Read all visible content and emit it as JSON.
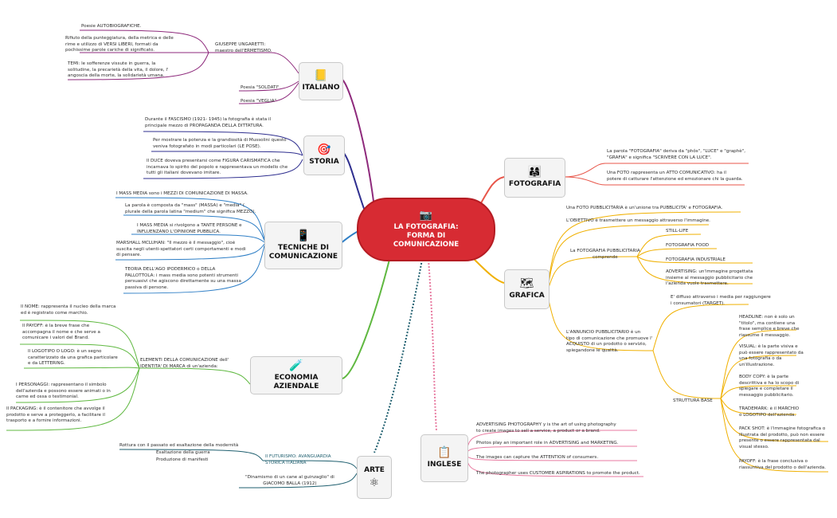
{
  "central": {
    "title": "LA FOTOGRAFIA:\nFORMA DI\nCOMUNICAZIONE",
    "icon": "camera-icon"
  },
  "colors": {
    "central": "#d72b33",
    "italiano": "#8e2a7c",
    "storia": "#2f2f8f",
    "tecniche": "#2f7fc6",
    "economia": "#5fb840",
    "arte": "#1f5f6f",
    "inglese": "#e87aa0",
    "fotografia": "#e8564a",
    "grafica": "#f0b000"
  },
  "branches": {
    "italiano": {
      "label": "ITALIANO",
      "icon": "book-icon",
      "ungaretti": "GIUSEPPE UNGARETTI:\nmaestro dell'ERMETISMO.",
      "poesie": "Poesie AUTOBIOGRAFICHE.",
      "rifiuto": "Rifiuto della punteggiatura, della metrica e delle\nrime e utilizzo di VERSI LIBERI, formati da\npochissime parole cariche di significato.",
      "temi": "TEMI: le sofferenze vissute in guerra, la\nsolitudine, la precarietà della vita, il dolore, l'\nangoscia della morte, la solidarietà umana.",
      "soldati": "Poesia \"SOLDATI\"",
      "veglia": "Poesia \"VEGLIA\""
    },
    "storia": {
      "label": "STORIA",
      "icon": "target-icon",
      "fascismo": "Durante il FASCISMO (1921- 1945) la fotografia è stata il\nprincipale mezzo di PROPAGANDA DELLA DITTATURA.",
      "potenza": "Per mostrare la potenza e la grandiosità di Mussolini questo\nveniva fotografato in modi particolari (LE POSE).",
      "duce": "Il DUCE doveva presentarsi come FIGURA CARISMATICA che\nincarnava lo spirito del popolo e rappresentava un modello che\ntutti gli italiani dovevano imitare."
    },
    "tecniche": {
      "label": "TECNICHE DI\nCOMUNICAZIONE",
      "icon": "smartphone-icon",
      "massmedia": "I MASS MEDIA sono i MEZZI DI COMUNICAZIONE DI MASSA.",
      "parola": "La parola è composta da \"mass\" (MASSA) e \"media\" (\nplurale della parola latina \"medium\" che significa MEZZO).",
      "rivolgono": "I MASS MEDIA si rivolgono a TANTE PERSONE e\nINFLUENZANO L'OPINIONE PUBBLICA.",
      "mcluhan": "MARSHALL MCLUHAN: \"Il mezzo è il messaggio\", cioè\nsuscita negli utenti-spettatori certi comportamenti e modi\ndi pensare.",
      "teoria": "TEORIA DELL'AGO IPODERMICO o DELLA\nPALLOTTOLA: i mass media sono potenti strumenti\npersuasivi che agiscono direttamente su una massa\npassiva di persone."
    },
    "economia": {
      "label": "ECONOMIA AZIENDALE",
      "icon": "test-tubes-icon",
      "elementi": "ELEMENTI DELLA COMUNICAZIONE dell'\nIDENTITA' DI MARCA di un'azienda:",
      "nome": "Il NOME: rappresenta il nucleo della marca\ned è registrato come marchio.",
      "payoff": "Il PAYOFF: è la breve frase che\naccompagna il nome e che serve a\ncomunicare i valori del Brand.",
      "logotipo": "Il LOGOTIPO O LOGO: è un segno\ncaratterizzato da una grafica particolare\ne da LETTERING.",
      "personaggi": "I PERSONAGGI: rappresentano il simbolo\ndell'azienda e possono essere animati o in\ncarne ed ossa o testimonial.",
      "packaging": "Il PACKAGING: è il contenitore che avvolge il\nprodotto e serve a proteggerlo, a facilitare il\ntrasporto e a fornire informazioni."
    },
    "arte": {
      "label": "ARTE",
      "icon": "atom-icon",
      "futurismo": "Il FUTURISMO: AVANGUARDIA\nSTORICA ITALIANA",
      "rottura": "Rottura con il passato ed esaltazione della modernità",
      "guerra": "Esaltazione della guerra",
      "manifesti": "Produzione di manifesti",
      "dinamismo": "\"Dinamismo di un cane al guinzaglio\" di\nGIACOMO BALLA (1912)"
    },
    "inglese": {
      "label": "INGLESE",
      "icon": "clipboard-icon",
      "adv": "ADVERTISING PHOTOGRAPHY y is the art of using photography\nto create images to sell a service, a product or a brand.",
      "photos": "Photos play an important role in ADVERTISING and MARKETING.",
      "images": "The images can capture the ATTENTION of consumers.",
      "photographer": "The photographer uses CUSTOMER ASPIRATIONS to promote the product."
    },
    "fotografia": {
      "label": "FOTOGRAFIA",
      "icon": "people-icon",
      "parola": "La parola \"FOTOGRAFIA\" deriva da \"phôs\", \"LUCE\" e \"graphè\",\n\"GRAFIA\" e significa \"SCRIVERE CON LA LUCE\".",
      "atto": "Una FOTO rappresenta un ATTO COMUNICATIVO: ha il\npotere di catturare l'attenzione ed emozionare chi la guarda."
    },
    "grafica": {
      "label": "GRAFICA",
      "icon": "map-icon",
      "unione": "Una FOTO PUBBLICITARIA è un'unione tra PUBBLICITA' e FOTOGRAFIA.",
      "obiettivo": "L'OBIETTIVO è trasmettere un messaggio attraverso l'immagine.",
      "comprende": "La FOTOGRAFIA PUBBLICITARIA\ncomprende",
      "still": "STILL-LIFE",
      "food": "FOTOGRAFIA FOOD",
      "industriale": "FOTOGRAFIA INDUSTRIALE",
      "advertising": "ADVERTISING: un'immagine progettata\ninsieme al messaggio pubblicitario che\nl'azienda vuole trasmettere.",
      "annuncio": "L'ANNUNCIO PUBBLICITARIO è un\ntipo di comunicazione che promuove l'\nACQUISTO di un prodotto o servizio,\nspiegandone le qualità.",
      "diffuso": "E' diffuso attraverso i media per raggiungere\ni consumatori (TARGET).",
      "struttura": "STRUTTURA BASE",
      "headline": "HEADLINE: non è solo un\n\"titolo\", ma contiene una\nfrase semplice e breve che\nriassume il messaggio.",
      "visual": "VISUAL: è la parte visiva e\npuò essere rappresentato da\nuna fotografia o da\nun'illustrazione.",
      "bodycopy": "BODY COPY: è la parte\ndescrittiva e ha lo scopo di\nspiegare e completare il\nmessaggio pubblicitario.",
      "trademark": "TRADEMARK: è il MARCHIO\no LOGOTIPO dell'azienda.",
      "packshot": "PACK SHOT: è l'immagine fotografica o\nillustrata del prodotto, può non essere\npresente o essere rappresentata dal\nvisual stesso.",
      "payoff": "PAYOFF: è la frase conclusiva o\nriassuntiva del prodotto o dell'azienda."
    }
  }
}
